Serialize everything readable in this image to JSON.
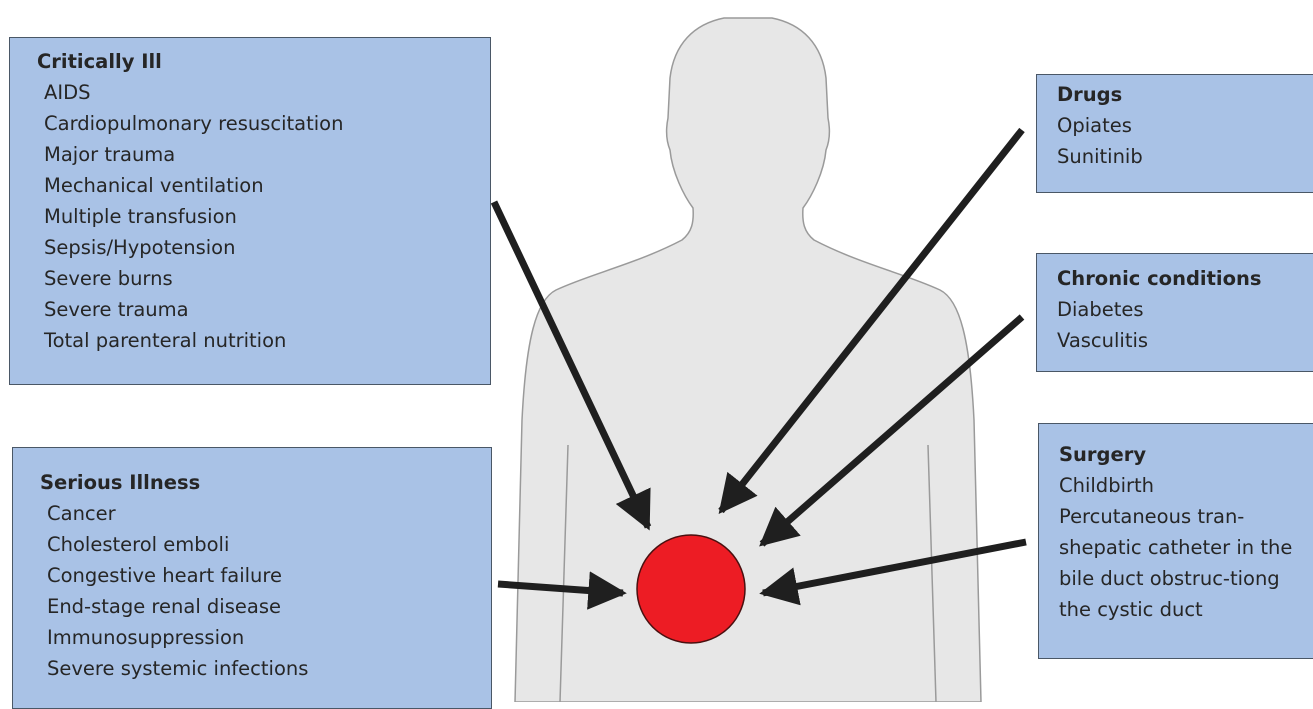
{
  "colors": {
    "box_fill": "#a9c2e6",
    "box_border": "#4a5766",
    "body_fill": "#e7e7e7",
    "body_outline": "#9a9a9a",
    "target_fill": "#ed1c24",
    "arrow": "#1f1f1f"
  },
  "target": {
    "shape": "circle",
    "color": "red"
  },
  "critically_ill": {
    "heading": "Critically Ill",
    "items": [
      "AIDS",
      "Cardiopulmonary resuscitation",
      "Major trauma",
      "Mechanical ventilation",
      "Multiple transfusion",
      "Sepsis/Hypotension",
      "Severe burns",
      "Severe trauma",
      "Total parenteral nutrition"
    ]
  },
  "serious_illness": {
    "heading": "Serious Illness",
    "items": [
      "Cancer",
      "Cholesterol emboli",
      "Congestive heart failure",
      "End-stage renal disease",
      "Immunosuppression",
      "Severe systemic infections"
    ]
  },
  "drugs": {
    "heading": "Drugs",
    "items": [
      "Opiates",
      "Sunitinib"
    ]
  },
  "chronic_conditions": {
    "heading": "Chronic conditions",
    "items": [
      "Diabetes",
      "Vasculitis"
    ]
  },
  "surgery": {
    "heading": "Surgery",
    "items": [
      "Childbirth",
      "Percutaneous tran-shepatic catheter in the bile duct obstruc-tiong the cystic duct"
    ]
  }
}
